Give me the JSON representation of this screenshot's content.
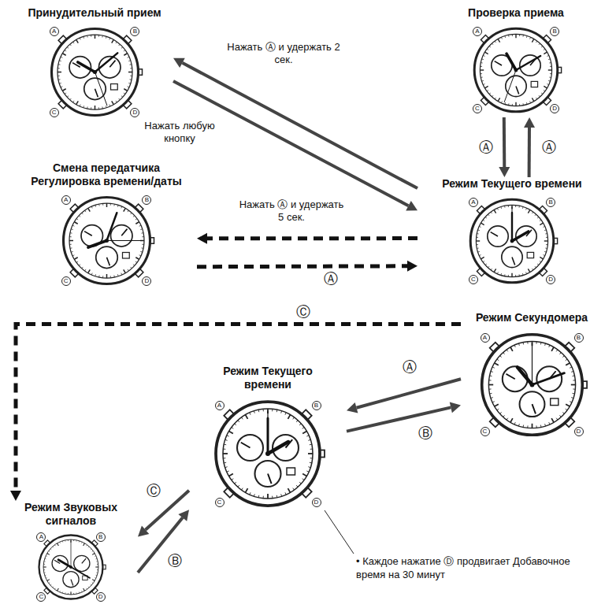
{
  "diagram": {
    "nodes": [
      {
        "text": [
          "Принудительный прием"
        ]
      },
      {
        "text": [
          "Проверка приема"
        ]
      },
      {
        "text": [
          "Смена передатчика Регулировка времени/даты"
        ]
      },
      {
        "text": [
          "Режим Текущего времени"
        ]
      },
      {
        "text": [
          "Режим Секундомера"
        ]
      },
      {
        "text": [
          "Режим Текущего времени"
        ]
      },
      {
        "text": [
          "Режим Звуковых сигналов"
        ]
      }
    ],
    "edges": [
      {
        "from": 3,
        "to": 0,
        "label": "Нажать Ⓐ и удержать 2 сек.",
        "arrow": "to"
      },
      {
        "from": 0,
        "to": 3,
        "label": "Нажать любую кнопку",
        "arrow": "to"
      },
      {
        "from": 3,
        "to": 1,
        "label": "Ⓐ",
        "arrow": "to"
      },
      {
        "from": 1,
        "to": 3,
        "label": "Ⓐ",
        "arrow": "to"
      },
      {
        "from": 3,
        "to": 2,
        "label": "Нажать Ⓐ и удержать 5 сек.",
        "arrow": "to"
      },
      {
        "from": 2,
        "to": 3,
        "label": "Ⓐ",
        "arrow": "to"
      },
      {
        "from": 4,
        "to": 6,
        "label": "Ⓒ",
        "arrow": "to"
      },
      {
        "from": 4,
        "to": 5,
        "label": "Ⓐ",
        "arrow": "to"
      },
      {
        "from": 5,
        "to": 4,
        "label": "Ⓑ",
        "arrow": "to"
      },
      {
        "from": 5,
        "to": 6,
        "label": "Ⓒ",
        "arrow": "to"
      },
      {
        "from": 6,
        "to": 5,
        "label": "Ⓑ",
        "arrow": "to"
      }
    ],
    "labels": [
      "• Каждое нажатие Ⓓ продвигает Добавочное время на 30 минут",
      "A",
      "B",
      "C",
      "D",
      "A",
      "B",
      "C",
      "D",
      "A",
      "B",
      "C",
      "D",
      "A",
      "B",
      "C",
      "D",
      "A",
      "B",
      "C",
      "D",
      "A",
      "B",
      "C",
      "D",
      "A",
      "B",
      "C",
      "D"
    ]
  }
}
